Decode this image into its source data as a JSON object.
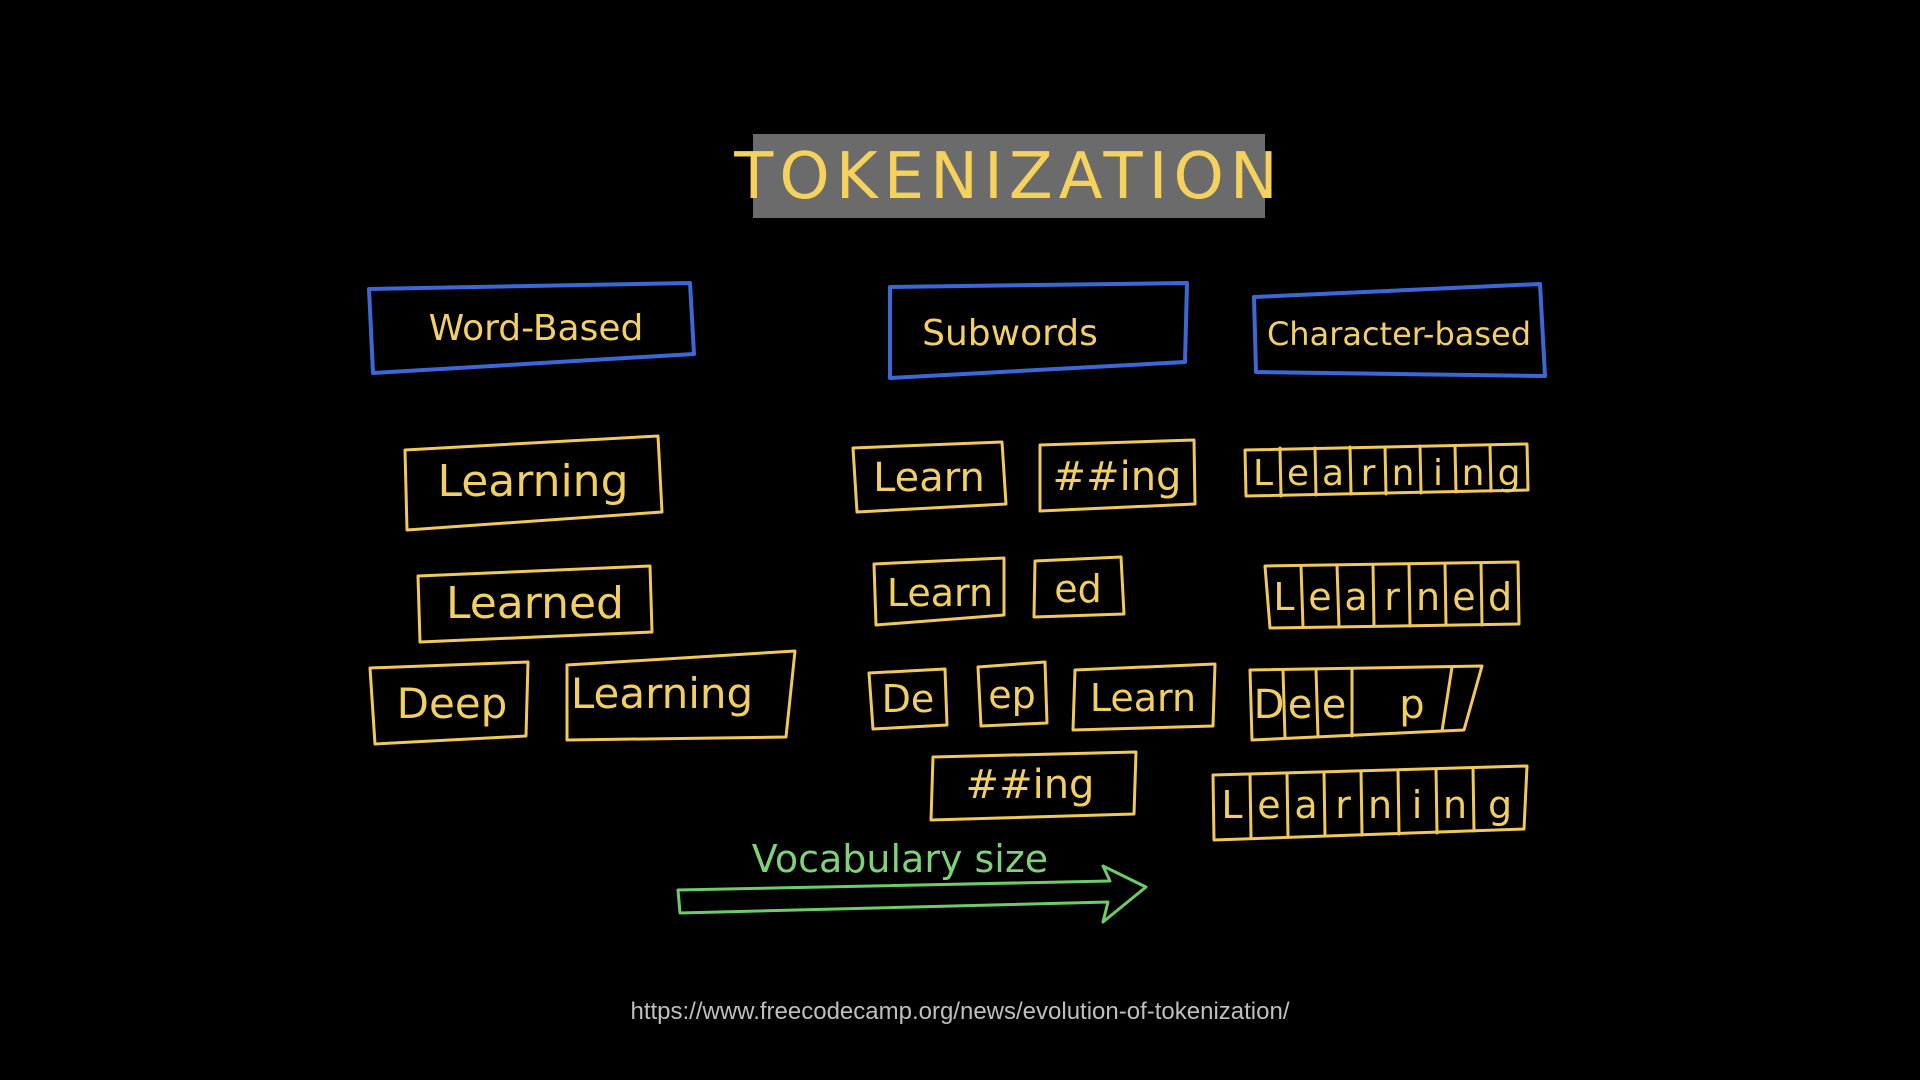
{
  "title": "TOKENIZATION",
  "columns": [
    {
      "heading": "Word-Based",
      "rows": [
        [
          "Learning"
        ],
        [
          "Learned"
        ],
        [
          "Deep",
          "Learning"
        ]
      ]
    },
    {
      "heading": "Subwords",
      "rows": [
        [
          "Learn",
          "##ing"
        ],
        [
          "Learn",
          "ed"
        ],
        [
          "De",
          "ep",
          "Learn"
        ],
        [
          "##ing"
        ]
      ]
    },
    {
      "heading": "Character-based",
      "rows": [
        [
          "L",
          "e",
          "a",
          "r",
          "n",
          "i",
          "n",
          "g"
        ],
        [
          "L",
          "e",
          "a",
          "r",
          "n",
          "e",
          "d"
        ],
        [
          "D",
          "e",
          "e",
          "p"
        ],
        [
          "L",
          "e",
          "a",
          "r",
          "n",
          "i",
          "n",
          "g"
        ]
      ]
    }
  ],
  "vocabulary_label": "Vocabulary size",
  "source_url": "https://www.freecodecamp.org/news/evolution-of-tokenization/",
  "colors": {
    "background": "#000000",
    "token_box": "#f0c85c",
    "heading_box": "#3c67d6",
    "arrow": "#6fcb6a",
    "title_highlight": "#6b6b6b"
  }
}
